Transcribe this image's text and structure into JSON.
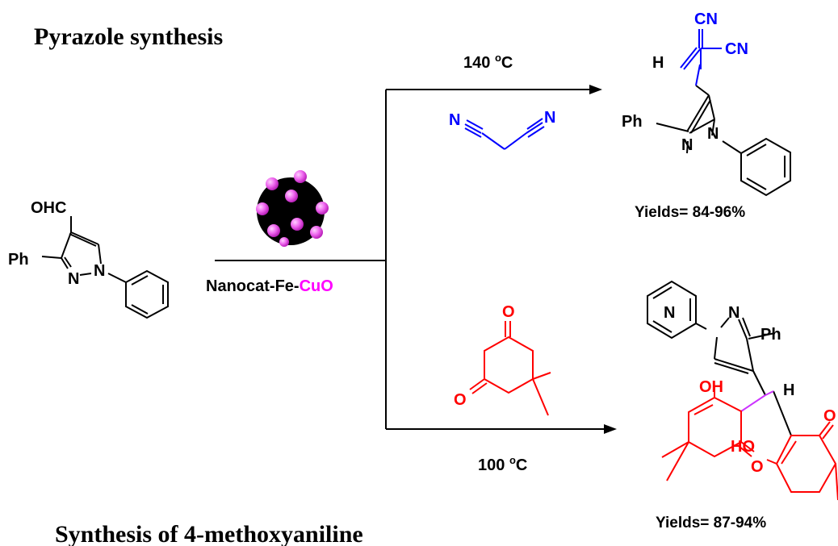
{
  "titles": {
    "top": "Pyrazole synthesis",
    "bottom": "Synthesis of 4-methoxyaniline"
  },
  "catalyst": {
    "label_part1": "Nanocat-Fe-",
    "label_part2": "CuO",
    "accent_color": "#ff00ff"
  },
  "conditions": {
    "upper": {
      "value": "140 ",
      "unit_super": "o",
      "unit": "C"
    },
    "lower": {
      "value": "100 ",
      "unit_super": "o",
      "unit": "C"
    }
  },
  "reagents": {
    "malononitrile": {
      "n_left": "N",
      "n_right": "N",
      "color": "#0000ff"
    },
    "dimedone": {
      "o_top": "O",
      "o_bottom": "O",
      "color": "#ff0000"
    }
  },
  "starting_material": {
    "aldehyde": "OHC",
    "ph": "Ph",
    "n1": "N",
    "n2": "N"
  },
  "product_top": {
    "cn1": "CN",
    "cn2": "CN",
    "h": "H",
    "ph": "Ph",
    "n1": "N",
    "n2": "N",
    "yields": "Yields= 84-96%"
  },
  "product_bottom": {
    "n1": "N",
    "n2": "N",
    "ph": "Ph",
    "h": "H",
    "oh1": "OH",
    "oh2": "HO",
    "o1": "O",
    "o2": "O",
    "yields": "Yields= 87-94%",
    "bond_color": "#cc33ff"
  }
}
